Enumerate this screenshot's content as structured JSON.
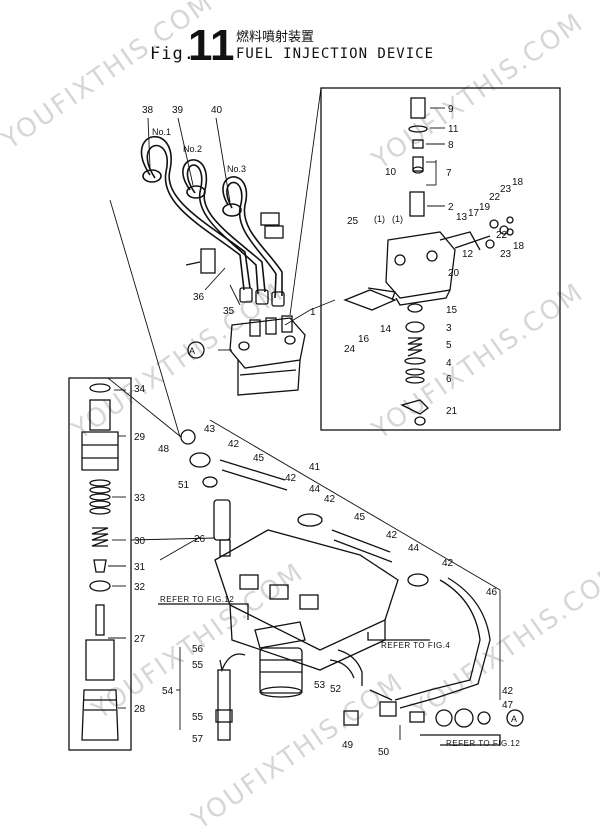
{
  "header": {
    "fig_prefix": "Fig.",
    "fig_number": "11",
    "title_jp": "燃料噴射装置",
    "title_en": "FUEL INJECTION DEVICE"
  },
  "watermark": "YOUFIXTHIS.COM",
  "callouts": {
    "n1": "1",
    "n2": "2",
    "n3": "3",
    "n4": "4",
    "n5": "5",
    "n6": "6",
    "n7": "7",
    "n8": "8",
    "n9": "9",
    "n10": "10",
    "n11": "11",
    "n12": "12",
    "n13": "13",
    "n14": "14",
    "n15": "15",
    "n16": "16",
    "n17": "17",
    "n18a": "18",
    "n18b": "18",
    "n19": "19",
    "n20": "20",
    "n21": "21",
    "n22a": "22",
    "n22b": "22",
    "n23a": "23",
    "n23b": "23",
    "n24": "24",
    "n25": "25",
    "n26": "26",
    "n27": "27",
    "n28": "28",
    "n29": "29",
    "n30": "30",
    "n31": "31",
    "n32": "32",
    "n33": "33",
    "n34": "34",
    "n35": "35",
    "n36": "36",
    "n38": "38",
    "n39": "39",
    "n40": "40",
    "n41": "41",
    "n42a": "42",
    "n42b": "42",
    "n42c": "42",
    "n42d": "42",
    "n42e": "42",
    "n42f": "42",
    "n43": "43",
    "n44a": "44",
    "n44b": "44",
    "n45a": "45",
    "n45b": "45",
    "n46": "46",
    "n47": "47",
    "n48": "48",
    "n49": "49",
    "n50": "50",
    "n51": "51",
    "n52": "52",
    "n53": "53",
    "n54": "54",
    "n55a": "55",
    "n55b": "55",
    "n56": "56",
    "n57": "57",
    "p1a": "(1)",
    "p1b": "(1)",
    "no1": "No.1",
    "no2": "No.2",
    "no3": "No.3",
    "markA1": "A",
    "markA2": "A"
  },
  "refs": {
    "fig12_top": "REFER TO FIG.12",
    "fig4": "REFER TO FIG.4",
    "fig12_bottom": "REFER TO FIG.12"
  }
}
